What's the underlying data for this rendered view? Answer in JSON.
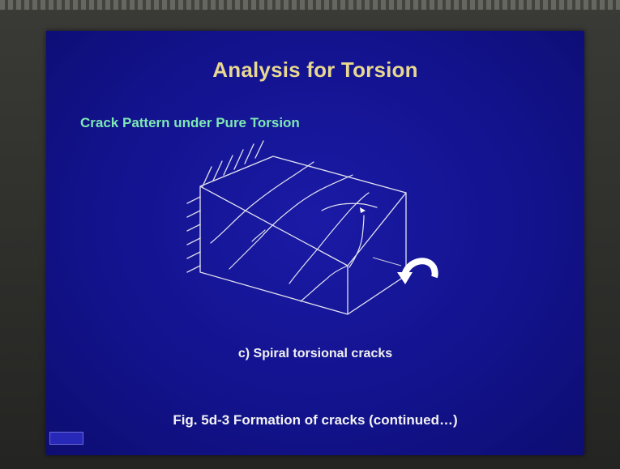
{
  "slide": {
    "title": "Analysis for Torsion",
    "subtitle": "Crack Pattern under Pure Torsion",
    "caption": "c) Spiral torsional cracks",
    "figure_caption": "Fig. 5d-3 Formation of cracks (continued…)"
  },
  "colors": {
    "slide_background": "#13138e",
    "title": "#e8d890",
    "subtitle": "#7ee8b4",
    "text": "#f2f2f2"
  },
  "diagram": {
    "icons": [
      "fixed-support-hatching-icon",
      "torque-arrow-icon"
    ]
  }
}
